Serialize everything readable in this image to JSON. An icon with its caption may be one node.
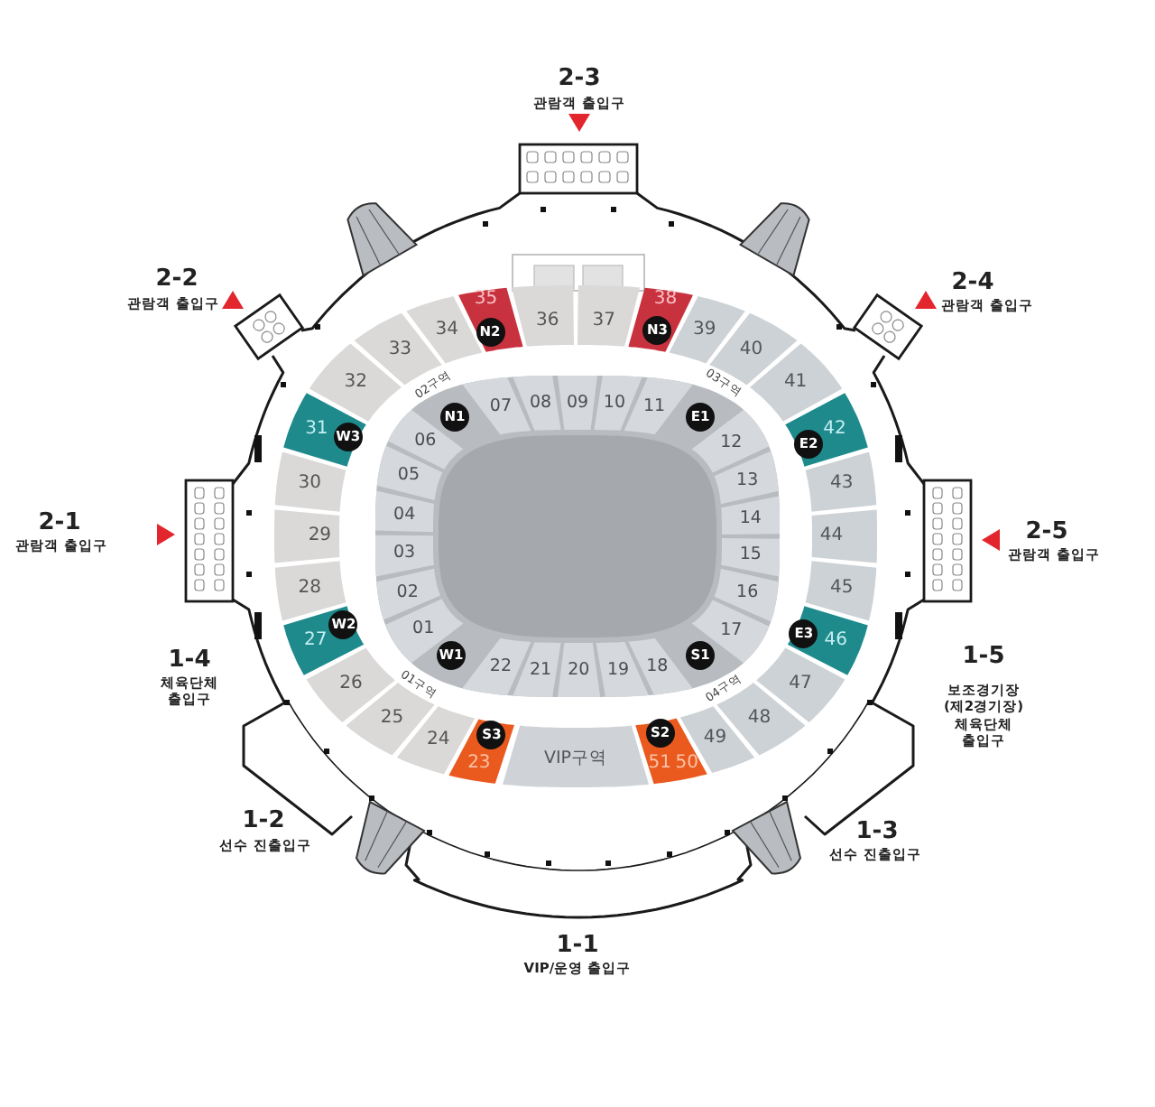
{
  "diagram": {
    "nodes": [
      {
        "text": [
          "01"
        ]
      },
      {
        "text": [
          "02"
        ]
      },
      {
        "text": [
          "03"
        ]
      },
      {
        "text": [
          "04"
        ]
      },
      {
        "text": [
          "05"
        ]
      },
      {
        "text": [
          "06"
        ]
      },
      {
        "text": [
          "07"
        ]
      },
      {
        "text": [
          "08"
        ]
      },
      {
        "text": [
          "09"
        ]
      },
      {
        "text": [
          "10"
        ]
      },
      {
        "text": [
          "11"
        ]
      },
      {
        "text": [
          "12"
        ]
      },
      {
        "text": [
          "13"
        ]
      },
      {
        "text": [
          "14"
        ]
      },
      {
        "text": [
          "15"
        ]
      },
      {
        "text": [
          "16"
        ]
      },
      {
        "text": [
          "17"
        ]
      },
      {
        "text": [
          "18"
        ]
      },
      {
        "text": [
          "19"
        ]
      },
      {
        "text": [
          "20"
        ]
      },
      {
        "text": [
          "21"
        ]
      },
      {
        "text": [
          "22"
        ]
      },
      {
        "text": [
          "23"
        ]
      },
      {
        "text": [
          "24"
        ]
      },
      {
        "text": [
          "25"
        ]
      },
      {
        "text": [
          "26"
        ]
      },
      {
        "text": [
          "27"
        ]
      },
      {
        "text": [
          "28"
        ]
      },
      {
        "text": [
          "29"
        ]
      },
      {
        "text": [
          "30"
        ]
      },
      {
        "text": [
          "31"
        ]
      },
      {
        "text": [
          "32"
        ]
      },
      {
        "text": [
          "33"
        ]
      },
      {
        "text": [
          "34"
        ]
      },
      {
        "text": [
          "35"
        ]
      },
      {
        "text": [
          "36"
        ]
      },
      {
        "text": [
          "37"
        ]
      },
      {
        "text": [
          "38"
        ]
      },
      {
        "text": [
          "39"
        ]
      },
      {
        "text": [
          "40"
        ]
      },
      {
        "text": [
          "41"
        ]
      },
      {
        "text": [
          "42"
        ]
      },
      {
        "text": [
          "43"
        ]
      },
      {
        "text": [
          "44"
        ]
      },
      {
        "text": [
          "45"
        ]
      },
      {
        "text": [
          "46"
        ]
      },
      {
        "text": [
          "47"
        ]
      },
      {
        "text": [
          "48"
        ]
      },
      {
        "text": [
          "49"
        ]
      },
      {
        "text": [
          "51",
          "50"
        ]
      },
      {
        "text": [
          "VIP구역"
        ]
      },
      {
        "text": [
          "N1"
        ]
      },
      {
        "text": [
          "N2"
        ],
        "in": 34
      },
      {
        "text": [
          "N3"
        ],
        "in": 37
      },
      {
        "text": [
          "E1"
        ]
      },
      {
        "text": [
          "E2"
        ],
        "in": 41
      },
      {
        "text": [
          "E3"
        ],
        "in": 45
      },
      {
        "text": [
          "S1"
        ]
      },
      {
        "text": [
          "S2"
        ],
        "in": 49
      },
      {
        "text": [
          "S3"
        ],
        "in": 22
      },
      {
        "text": [
          "W1"
        ]
      },
      {
        "text": [
          "W2"
        ],
        "in": 26
      },
      {
        "text": [
          "W3"
        ],
        "in": 30
      }
    ],
    "labels": [
      "2-3",
      "관람객 출입구",
      "2-2",
      "관람객 출입구",
      "2-4",
      "관람객 출입구",
      "02구역",
      "03구역",
      "2-1",
      "관람객 출입구",
      "2-5",
      "관람객 출입구",
      "1-4",
      "체육단체 출입구",
      "1-5",
      "보조경기장 (제2경기장) 체육단체 출입구",
      "01구역",
      "04구역",
      "1-2",
      "선수 진출입구",
      "1-3",
      "선수 진출입구",
      "1-1",
      "VIP/운영 출입구"
    ]
  }
}
